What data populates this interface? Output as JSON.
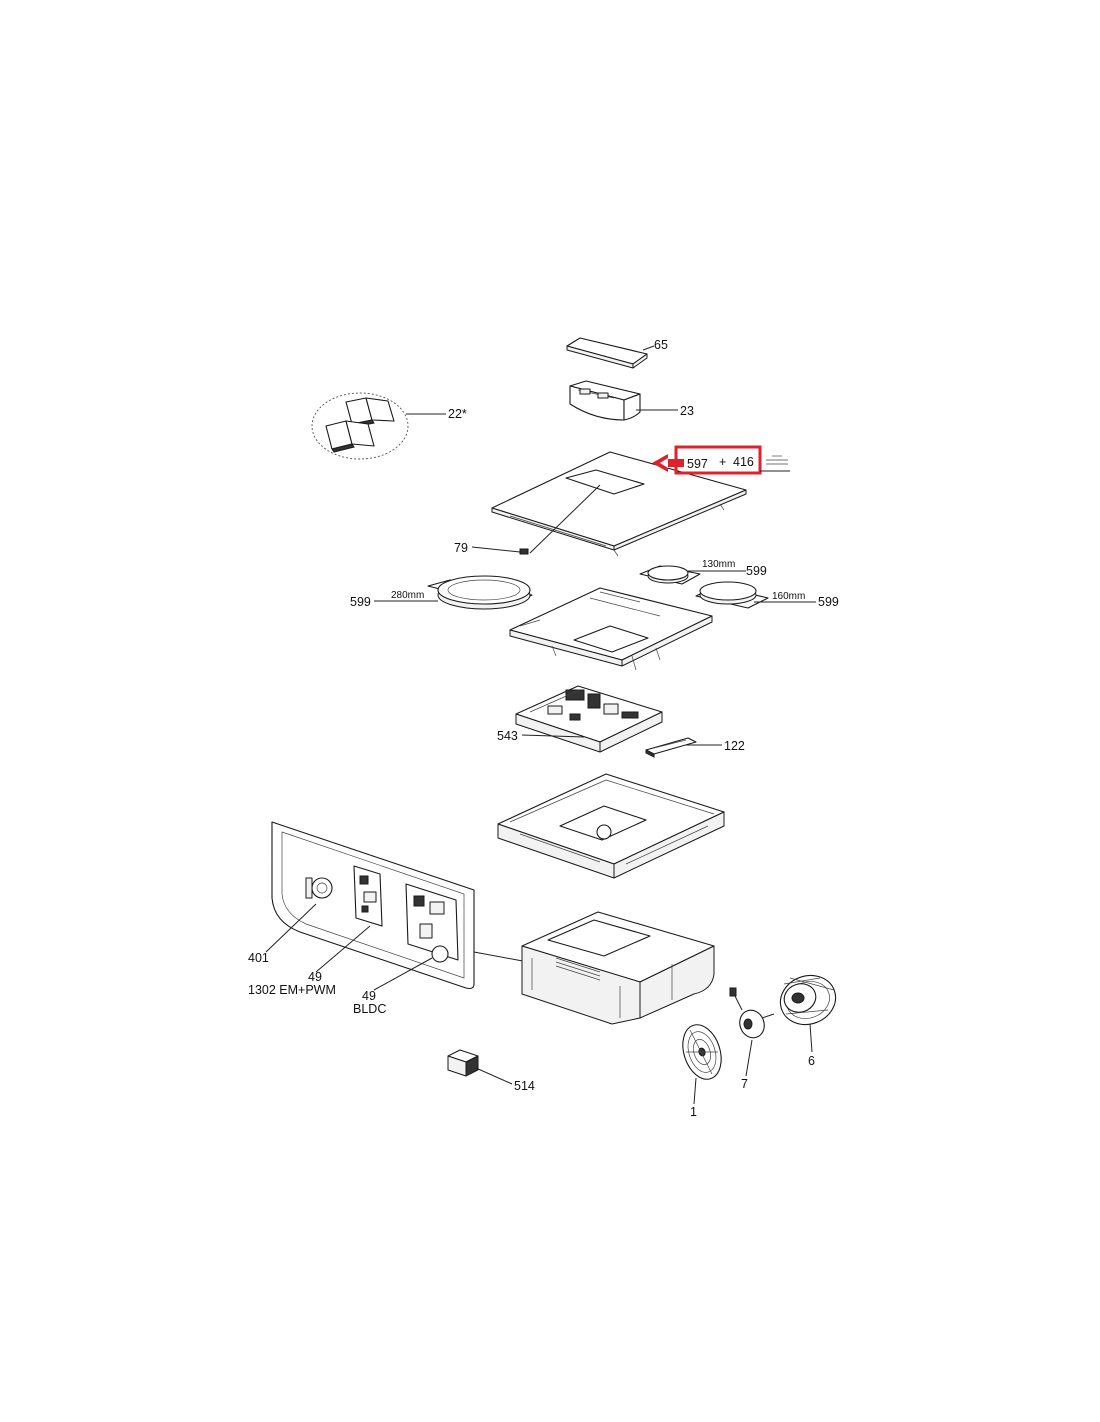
{
  "callouts": {
    "c65": "65",
    "c23": "23",
    "c22": "22*",
    "c597": "597",
    "c_plus": "+",
    "c416": "416",
    "c79": "79",
    "c599_left": "599",
    "c280": "280mm",
    "c130": "130mm",
    "c599_top": "599",
    "c160": "160mm",
    "c599_right": "599",
    "c543": "543",
    "c122": "122",
    "c401": "401",
    "c49_a": "49",
    "c1302": "1302 EM+PWM",
    "c49_b": "49",
    "cBLDC": "BLDC",
    "c514": "514",
    "c1": "1",
    "c7": "7",
    "c6": "6"
  },
  "colors": {
    "highlight": "#e0202a",
    "line": "#222222"
  }
}
